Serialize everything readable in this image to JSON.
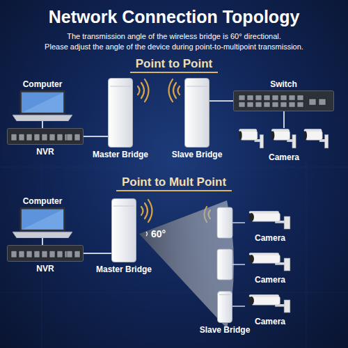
{
  "diagram": {
    "title": "Network Connection Topology",
    "nodes": [
      {
        "text": [
          "Computer"
        ]
      },
      {
        "text": [
          "NVR"
        ]
      },
      {
        "text": [
          "Master Bridge"
        ]
      },
      {
        "text": [
          "Slave Bridge"
        ]
      },
      {
        "text": [
          "Switch"
        ]
      },
      {
        "text": [
          "Camera"
        ]
      },
      {
        "text": [
          "Computer"
        ]
      },
      {
        "text": [
          "NVR"
        ]
      },
      {
        "text": [
          "Master Bridge"
        ]
      },
      {
        "text": [
          "Camera"
        ]
      },
      {
        "text": [
          "Camera"
        ]
      },
      {
        "text": [
          "Camera"
        ]
      },
      {
        "text": [
          "Slave Bridge"
        ]
      }
    ],
    "edges": [
      {
        "from": 0,
        "to": 1,
        "arrow": "none"
      },
      {
        "from": 1,
        "to": 2,
        "arrow": "none"
      },
      {
        "from": 3,
        "to": 4,
        "arrow": "none"
      },
      {
        "from": 4,
        "to": 5,
        "arrow": "none"
      },
      {
        "from": 6,
        "to": 7,
        "arrow": "none"
      },
      {
        "from": 7,
        "to": 8,
        "arrow": "none"
      }
    ],
    "labels": [
      "The transmission angle of the wireless bridge is 60° directional.",
      "Please adjust the angle of the device during point-to-multipoint transmission.",
      "Point to Point",
      "Point to Mult Point",
      "60°"
    ]
  }
}
